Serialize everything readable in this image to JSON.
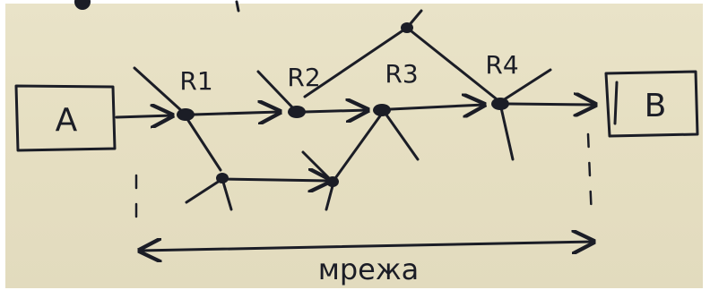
{
  "diagram": {
    "nodes": {
      "source": {
        "label": "A"
      },
      "destination": {
        "label": "B"
      },
      "routers": [
        {
          "label": "R1"
        },
        {
          "label": "R2"
        },
        {
          "label": "R3"
        },
        {
          "label": "R4"
        }
      ]
    },
    "network_label": "мрежа"
  },
  "colors": {
    "paper": "#e6dfc2",
    "ink": "#1b1d26"
  }
}
